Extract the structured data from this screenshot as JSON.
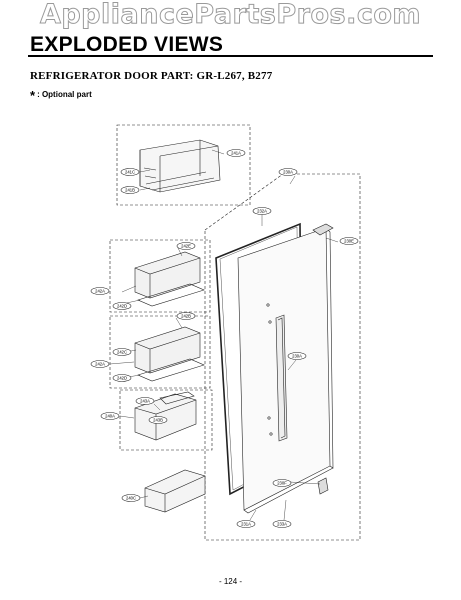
{
  "watermark": "AppliancePartsPros.com",
  "title": "EXPLODED VIEWS",
  "subtitle": "REFRIGERATOR DOOR PART: GR-L267, B277",
  "optional_note": {
    "symbol": "*",
    "text": ": Optional part"
  },
  "part_labels": {
    "door_bin_top": "241A",
    "bin_side_a": "241C",
    "bin_side_b": "241B",
    "door_foam": "230A",
    "gasket": "232A",
    "cap_top": "230E",
    "shelf1_top": "242E",
    "shelf1_left": "242A",
    "shelf1_bottom": "242D",
    "shelf2_top": "242B",
    "shelf2_mid": "242C",
    "shelf2_left": "242A",
    "shelf2_bottom": "242D",
    "door_body": "230A",
    "egg_cover": "243A",
    "egg_box": "243B",
    "egg_side": "240A",
    "bottom_bin": "240C",
    "hinge": "230F",
    "bottom_left": "231A",
    "bottom_right": "233A"
  },
  "page_number": "- 124 -"
}
